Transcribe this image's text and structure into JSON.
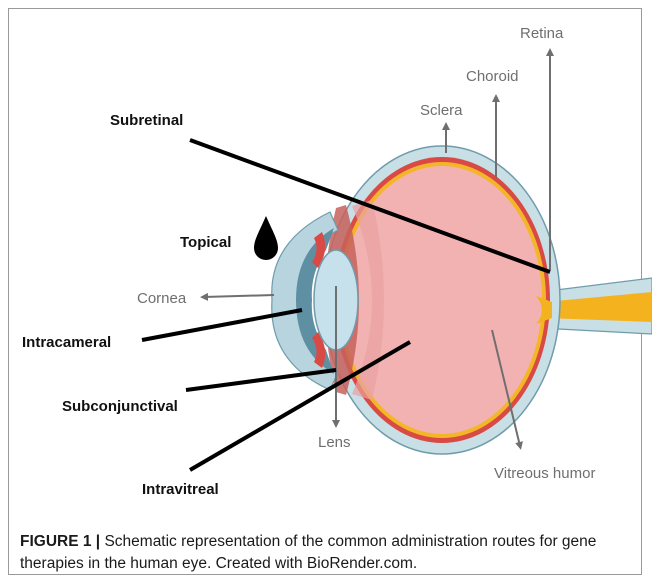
{
  "labels": {
    "retina": "Retina",
    "choroid": "Choroid",
    "sclera": "Sclera",
    "cornea": "Cornea",
    "lens": "Lens",
    "vitreous": "Vitreous humor",
    "subretinal": "Subretinal",
    "topical": "Topical",
    "intracameral": "Intracameral",
    "subconjunctival": "Subconjunctival",
    "intravitreal": "Intravitreal"
  },
  "caption": {
    "figure_label": "FIGURE 1 |",
    "text": " Schematic representation of the common administration routes for gene therapies in the human eye. Created with BioRender.com."
  },
  "colors": {
    "sclera": "#c9dfe6",
    "sclera_stroke": "#6f9cab",
    "choroid": "#d94a45",
    "retina": "#f2b628",
    "vitreous": "#f2b2b2",
    "cornea": "#5f8fa3",
    "lens": "#c6e1ec",
    "optic_nerve": "#f4b21f",
    "arrow_gray": "#6f6f6f",
    "pointer_black": "#000000"
  },
  "icons": [
    "drop-icon"
  ]
}
